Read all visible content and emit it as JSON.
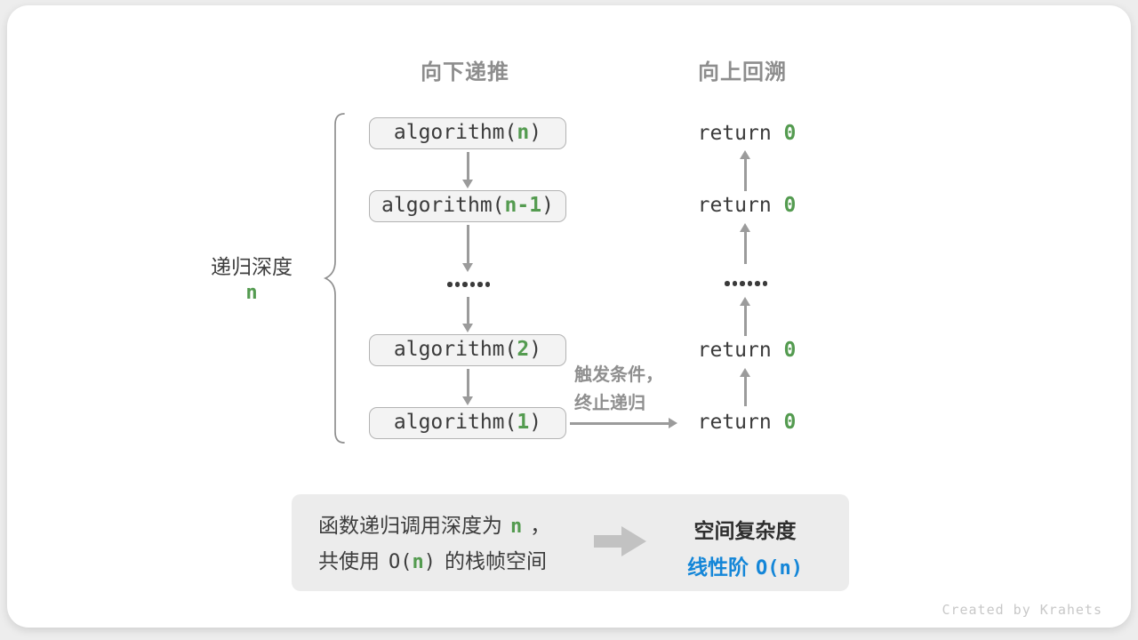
{
  "colors": {
    "accent_green": "#549b50",
    "accent_blue": "#1486d8",
    "box_fill": "#f3f3f3",
    "box_border": "#b3b3b3",
    "arrow_gray": "#9b9b9b",
    "header_gray": "#8d8d8d",
    "summary_bg": "#ececec",
    "card_bg": "#ffffff"
  },
  "headers": {
    "down": "向下递推",
    "up": "向上回溯"
  },
  "depth_label": {
    "text": "递归深度",
    "param": "n"
  },
  "call_stack": {
    "boxes": [
      {
        "prefix": "algorithm(",
        "param": "n",
        "suffix": ")"
      },
      {
        "prefix": "algorithm(",
        "param": "n-1",
        "suffix": ")"
      },
      {
        "prefix": "algorithm(",
        "param": "2",
        "suffix": ")"
      },
      {
        "prefix": "algorithm(",
        "param": "1",
        "suffix": ")"
      }
    ],
    "ellipsis": "......"
  },
  "returns": {
    "items": [
      {
        "keyword": "return",
        "value": "0"
      },
      {
        "keyword": "return",
        "value": "0"
      },
      {
        "keyword": "return",
        "value": "0"
      },
      {
        "keyword": "return",
        "value": "0"
      }
    ],
    "ellipsis": "......"
  },
  "annotation": {
    "line1": "触发条件，",
    "line2": "终止递归"
  },
  "summary": {
    "line1_prefix": "函数递归调用深度为",
    "line1_param": "n",
    "line1_suffix": "，",
    "line2_prefix": "共使用",
    "line2_code_open": "O(",
    "line2_param": "n",
    "line2_code_close": ")",
    "line2_suffix": "的栈帧空间",
    "result_title": "空间复杂度",
    "result_value_label": "线性阶",
    "result_code_open": "O(",
    "result_param": "n",
    "result_code_close": ")"
  },
  "credit": "Created by Krahets"
}
